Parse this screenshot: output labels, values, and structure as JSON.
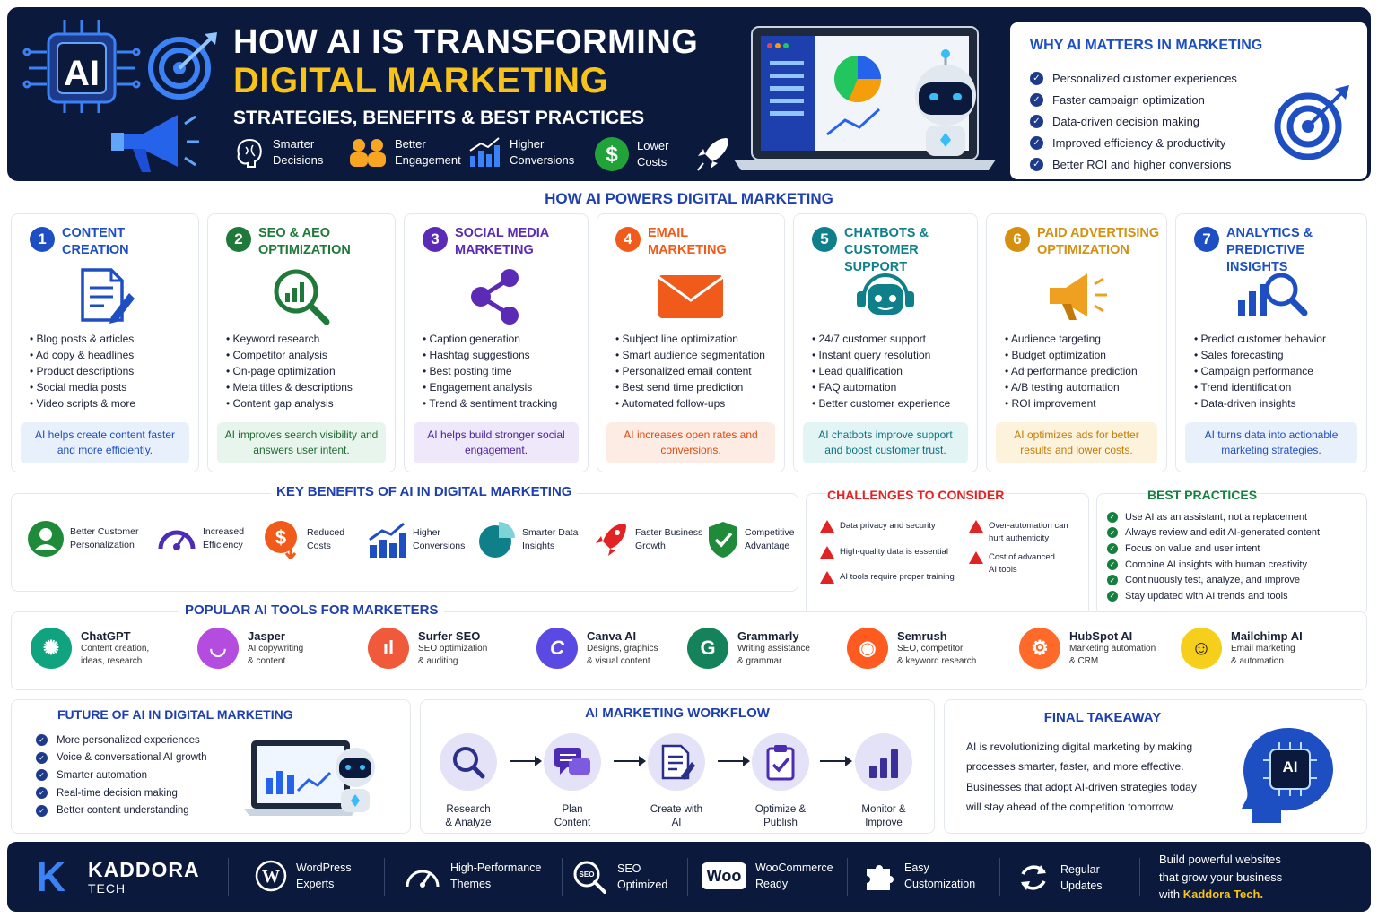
{
  "hero": {
    "title_line1": "HOW AI IS TRANSFORMING",
    "title_line2": "DIGITAL MARKETING",
    "subtitle": "STRATEGIES, BENEFITS & BEST PRACTICES",
    "ai_chip_label": "AI",
    "features": [
      {
        "line1": "Smarter",
        "line2": "Decisions",
        "icon": "brain-icon"
      },
      {
        "line1": "Better",
        "line2": "Engagement",
        "icon": "people-icon"
      },
      {
        "line1": "Higher",
        "line2": "Conversions",
        "icon": "chart-up-icon"
      },
      {
        "line1": "Lower",
        "line2": "Costs",
        "icon": "dollar-icon"
      }
    ]
  },
  "why": {
    "title": "WHY AI MATTERS IN MARKETING",
    "items": [
      "Personalized customer experiences",
      "Faster campaign optimization",
      "Data-driven decision making",
      "Improved efficiency & productivity",
      "Better ROI and higher conversions"
    ]
  },
  "powers_title": "HOW AI POWERS DIGITAL MARKETING",
  "cards": [
    {
      "num": "1",
      "title1": "CONTENT",
      "title2": "CREATION",
      "color": "#1e4fc2",
      "bullets": [
        "Blog posts & articles",
        "Ad copy & headlines",
        "Product descriptions",
        "Social media posts",
        "Video scripts & more"
      ],
      "note": "AI helps create content faster and more efficiently."
    },
    {
      "num": "2",
      "title1": "SEO & AEO",
      "title2": "OPTIMIZATION",
      "color": "#1f7a3a",
      "bullets": [
        "Keyword research",
        "Competitor analysis",
        "On-page optimization",
        "Meta titles & descriptions",
        "Content gap analysis"
      ],
      "note": "AI improves search visibility and answers user intent."
    },
    {
      "num": "3",
      "title1": "SOCIAL MEDIA",
      "title2": "MARKETING",
      "color": "#5b2bb5",
      "bullets": [
        "Caption generation",
        "Hashtag suggestions",
        "Best posting time",
        "Engagement analysis",
        "Trend & sentiment tracking"
      ],
      "note": "AI helps build stronger social engagement."
    },
    {
      "num": "4",
      "title1": "EMAIL",
      "title2": "MARKETING",
      "color": "#f05a1a",
      "bullets": [
        "Subject line optimization",
        "Smart audience segmentation",
        "Personalized email content",
        "Best send time prediction",
        "Automated follow-ups"
      ],
      "note": "AI increases open rates and conversions."
    },
    {
      "num": "5",
      "title1": "CHATBOTS &",
      "title2": "CUSTOMER SUPPORT",
      "color": "#0f7f8a",
      "bullets": [
        "24/7 customer support",
        "Instant query resolution",
        "Lead qualification",
        "FAQ automation",
        "Better customer experience"
      ],
      "note": "AI chatbots improve support and boost customer trust."
    },
    {
      "num": "6",
      "title1": "PAID ADVERTISING",
      "title2": "OPTIMIZATION",
      "color": "#d4900e",
      "bullets": [
        "Audience targeting",
        "Budget optimization",
        "Ad performance prediction",
        "A/B testing automation",
        "ROI improvement"
      ],
      "note": "AI optimizes ads for better results and lower costs."
    },
    {
      "num": "7",
      "title1": "ANALYTICS &",
      "title2": "PREDICTIVE INSIGHTS",
      "color": "#1e4fc2",
      "bullets": [
        "Predict customer behavior",
        "Sales forecasting",
        "Campaign performance",
        "Trend identification",
        "Data-driven insights"
      ],
      "note": "AI turns data into actionable marketing strategies."
    }
  ],
  "benefits": {
    "title": "KEY BENEFITS OF AI IN DIGITAL MARKETING",
    "items": [
      {
        "line1": "Better Customer",
        "line2": "Personalization"
      },
      {
        "line1": "Increased",
        "line2": "Efficiency"
      },
      {
        "line1": "Reduced",
        "line2": "Costs"
      },
      {
        "line1": "Higher",
        "line2": "Conversions"
      },
      {
        "line1": "Smarter Data",
        "line2": "Insights"
      },
      {
        "line1": "Faster Business",
        "line2": "Growth"
      },
      {
        "line1": "Competitive",
        "line2": "Advantage"
      }
    ]
  },
  "challenges": {
    "title": "CHALLENGES TO CONSIDER",
    "items": [
      {
        "line1": "Data privacy and security",
        "line2": ""
      },
      {
        "line1": "High-quality data is essential",
        "line2": ""
      },
      {
        "line1": "AI tools require proper training",
        "line2": ""
      },
      {
        "line1": "Over-automation can",
        "line2": "hurt authenticity"
      },
      {
        "line1": "Cost of advanced",
        "line2": "AI tools"
      }
    ]
  },
  "best_practices": {
    "title": "BEST PRACTICES",
    "items": [
      "Use AI as an assistant, not a replacement",
      "Always review and edit AI-generated content",
      "Focus on value and user intent",
      "Combine AI insights with human creativity",
      "Continuously test, analyze, and improve",
      "Stay updated with AI trends and tools"
    ]
  },
  "tools": {
    "title": "POPULAR AI TOOLS FOR MARKETERS",
    "items": [
      {
        "name": "ChatGPT",
        "line1": "Content creation,",
        "line2": "ideas, research",
        "color": "#10a37f",
        "glyph": "✺"
      },
      {
        "name": "Jasper",
        "line1": "AI copywriting",
        "line2": "& content",
        "color": "#b44ce0",
        "glyph": "◡"
      },
      {
        "name": "Surfer SEO",
        "line1": "SEO optimization",
        "line2": "& auditing",
        "color": "#f05a3a",
        "glyph": "ıl"
      },
      {
        "name": "Canva AI",
        "line1": "Designs, graphics",
        "line2": "& visual content",
        "color": "#5a4ae3",
        "glyph": "C"
      },
      {
        "name": "Grammarly",
        "line1": "Writing assistance",
        "line2": "& grammar",
        "color": "#14825a",
        "glyph": "G"
      },
      {
        "name": "Semrush",
        "line1": "SEO, competitor",
        "line2": "& keyword research",
        "color": "#ff5a1f",
        "glyph": "◉"
      },
      {
        "name": "HubSpot AI",
        "line1": "Marketing automation",
        "line2": "& CRM",
        "color": "#ff6a2b",
        "glyph": "⚙"
      },
      {
        "name": "Mailchimp AI",
        "line1": "Email marketing",
        "line2": "& automation",
        "color": "#f6cf1c",
        "glyph": "☺"
      }
    ]
  },
  "future": {
    "title": "FUTURE OF AI IN DIGITAL MARKETING",
    "items": [
      "More personalized experiences",
      "Voice & conversational AI growth",
      "Smarter automation",
      "Real-time decision making",
      "Better content understanding"
    ]
  },
  "workflow": {
    "title": "AI MARKETING WORKFLOW",
    "steps": [
      {
        "line1": "Research",
        "line2": "& Analyze"
      },
      {
        "line1": "Plan",
        "line2": "Content"
      },
      {
        "line1": "Create with",
        "line2": "AI"
      },
      {
        "line1": "Optimize &",
        "line2": "Publish"
      },
      {
        "line1": "Monitor &",
        "line2": "Improve"
      }
    ]
  },
  "takeaway": {
    "title": "FINAL TAKEAWAY",
    "lines": [
      "AI is revolutionizing digital marketing by making",
      "processes smarter, faster, and more effective.",
      "Businesses that adopt AI-driven strategies today",
      "will stay ahead of the competition tomorrow."
    ],
    "badge": "AI"
  },
  "footer": {
    "brand": "KADDORA",
    "brand_sub": "TECH",
    "logo_letter": "K",
    "features": [
      {
        "line1": "WordPress",
        "line2": "Experts"
      },
      {
        "line1": "High-Performance",
        "line2": "Themes"
      },
      {
        "line1": "SEO",
        "line2": "Optimized"
      },
      {
        "line1": "WooCommerce",
        "line2": "Ready"
      },
      {
        "line1": "Easy",
        "line2": "Customization"
      },
      {
        "line1": "Regular",
        "line2": "Updates"
      }
    ],
    "woo_badge": "Woo",
    "seo_badge": "SEO",
    "cta_line1": "Build powerful websites",
    "cta_line2": "that grow your business",
    "cta_line3_prefix": "with ",
    "cta_highlight": "Kaddora Tech."
  }
}
